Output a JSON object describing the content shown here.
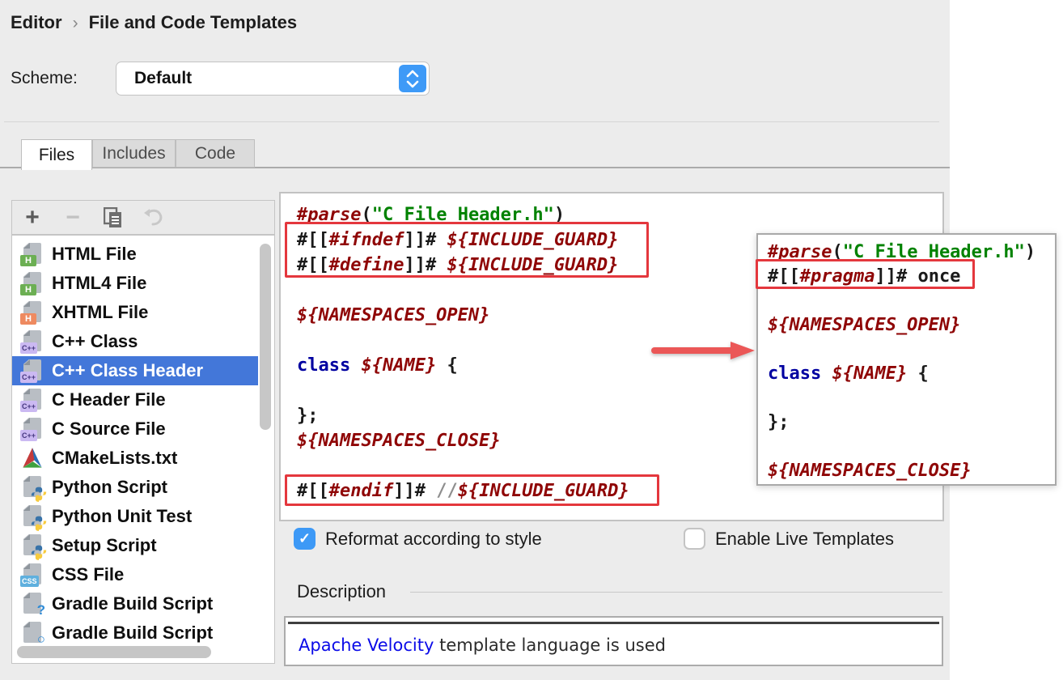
{
  "header": {
    "breadcrumb_items": [
      "Editor",
      "File and Code Templates"
    ],
    "separator": "›"
  },
  "scheme": {
    "label": "Scheme:",
    "value": "Default"
  },
  "tabs": [
    {
      "label": "Files",
      "active": true
    },
    {
      "label": "Includes",
      "active": false
    },
    {
      "label": "Code",
      "active": false
    }
  ],
  "toolbar": {
    "buttons": [
      {
        "name": "add",
        "enabled": true
      },
      {
        "name": "remove",
        "enabled": false
      },
      {
        "name": "copy",
        "enabled": true
      },
      {
        "name": "revert",
        "enabled": false
      }
    ]
  },
  "file_list": {
    "selected_index": 4,
    "items": [
      {
        "label": "HTML File",
        "icon": {
          "kind": "page-badge",
          "badge": "H",
          "bg": "#6CAF53",
          "fg": "#FFFFFF"
        }
      },
      {
        "label": "HTML4 File",
        "icon": {
          "kind": "page-badge",
          "badge": "H",
          "bg": "#6CAF53",
          "fg": "#FFFFFF"
        }
      },
      {
        "label": "XHTML File",
        "icon": {
          "kind": "page-badge",
          "badge": "H",
          "bg": "#EE8A60",
          "fg": "#FFFFFF"
        }
      },
      {
        "label": "C++ Class",
        "icon": {
          "kind": "page-badge",
          "badge": "C++",
          "bg": "#CBB9F2",
          "fg": "#44367E"
        }
      },
      {
        "label": "C++ Class Header",
        "icon": {
          "kind": "page-badge",
          "badge": "C++",
          "bg": "#CBB9F2",
          "fg": "#44367E"
        }
      },
      {
        "label": "C Header File",
        "icon": {
          "kind": "page-badge",
          "badge": "C++",
          "bg": "#CBB9F2",
          "fg": "#44367E"
        }
      },
      {
        "label": "C Source File",
        "icon": {
          "kind": "page-badge",
          "badge": "C++",
          "bg": "#CBB9F2",
          "fg": "#44367E"
        }
      },
      {
        "label": "CMakeLists.txt",
        "icon": {
          "kind": "cmake"
        }
      },
      {
        "label": "Python Script",
        "icon": {
          "kind": "python"
        }
      },
      {
        "label": "Python Unit Test",
        "icon": {
          "kind": "python"
        }
      },
      {
        "label": "Setup Script",
        "icon": {
          "kind": "python"
        }
      },
      {
        "label": "CSS File",
        "icon": {
          "kind": "page-badge",
          "badge": "CSS",
          "bg": "#5FB0DE",
          "fg": "#FFFFFF"
        }
      },
      {
        "label": "Gradle Build Script",
        "icon": {
          "kind": "page-mark",
          "mark": "?",
          "color": "#2F8BD6"
        }
      },
      {
        "label": "Gradle Build Script",
        "icon": {
          "kind": "page-mark",
          "mark": "○",
          "color": "#2F8BD6"
        }
      }
    ]
  },
  "editor": {
    "lines": [
      [
        [
          "d",
          "#parse"
        ],
        [
          "p",
          "("
        ],
        [
          "s",
          "\"C File Header.h\""
        ],
        [
          "p",
          ")"
        ]
      ],
      [
        [
          "p",
          "#[["
        ],
        [
          "d",
          "#ifndef"
        ],
        [
          "p",
          "]]# "
        ],
        [
          "d",
          "${INCLUDE_GUARD}"
        ]
      ],
      [
        [
          "p",
          "#[["
        ],
        [
          "d",
          "#define"
        ],
        [
          "p",
          "]]# "
        ],
        [
          "d",
          "${INCLUDE_GUARD}"
        ]
      ],
      [],
      [
        [
          "d",
          "${NAMESPACES_OPEN}"
        ]
      ],
      [],
      [
        [
          "k",
          "class "
        ],
        [
          "d",
          "${NAME}"
        ],
        [
          "p",
          " {"
        ]
      ],
      [],
      [
        [
          "p",
          "};"
        ]
      ],
      [
        [
          "d",
          "${NAMESPACES_CLOSE}"
        ]
      ],
      [],
      [
        [
          "p",
          "#[["
        ],
        [
          "d",
          "#endif"
        ],
        [
          "p",
          "]]# "
        ],
        [
          "c",
          "//"
        ],
        [
          "d",
          "${INCLUDE_GUARD}"
        ]
      ]
    ]
  },
  "popup": {
    "lines": [
      [
        [
          "d",
          "#parse"
        ],
        [
          "p",
          "("
        ],
        [
          "s",
          "\"C File Header.h\""
        ],
        [
          "p",
          ")"
        ]
      ],
      [
        [
          "p",
          "#[["
        ],
        [
          "d",
          "#pragma"
        ],
        [
          "p",
          "]]# once"
        ]
      ],
      [],
      [
        [
          "d",
          "${NAMESPACES_OPEN}"
        ]
      ],
      [],
      [
        [
          "k",
          "class "
        ],
        [
          "d",
          "${NAME}"
        ],
        [
          "p",
          " {"
        ]
      ],
      [],
      [
        [
          "p",
          "};"
        ]
      ],
      [],
      [
        [
          "d",
          "${NAMESPACES_CLOSE}"
        ]
      ]
    ]
  },
  "options": [
    {
      "label": "Reformat according to style",
      "checked": true
    },
    {
      "label": "Enable Live Templates",
      "checked": false
    }
  ],
  "description": {
    "title": "Description",
    "link_text": "Apache Velocity",
    "rest_text": " template language is used"
  },
  "colors": {
    "selection_blue": "#4377D9",
    "accent_blue": "#3E9AF7",
    "checkbox_blue": "#3D99F6",
    "annotation_red": "#E4373D",
    "arrow_red": "#EB5757",
    "code_directive": "#8F0606",
    "code_string": "#008200",
    "code_keyword": "#0000A0",
    "link_blue": "#0B0BE8",
    "panel_bg": "#ECECEC"
  }
}
